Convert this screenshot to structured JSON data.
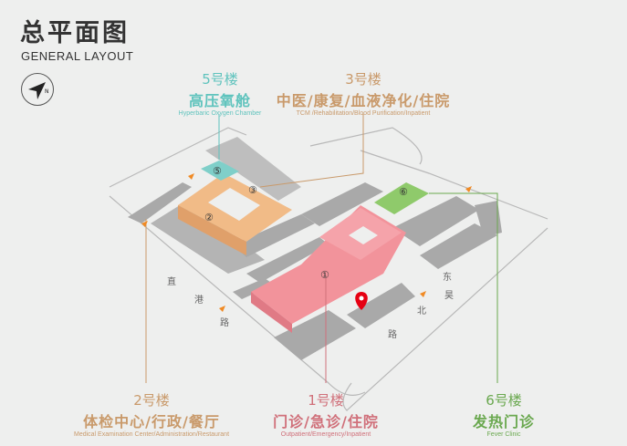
{
  "header": {
    "title_cn": "总平面图",
    "title_en": "GENERAL LAYOUT",
    "compass_label": "N"
  },
  "buildings": [
    {
      "id": "5",
      "number": "5号楼",
      "name_cn": "高压氧舱",
      "name_en": "Hyperbaric Oxygen Chamber",
      "marker": "⑤",
      "color": "#5fc3bd"
    },
    {
      "id": "3",
      "number": "3号楼",
      "name_cn": "中医/康复/血液净化/住院",
      "name_en": "TCM /Rehabilitation/Blood Purification/Inpatient",
      "marker": "③",
      "color": "#c99a6b"
    },
    {
      "id": "2",
      "number": "2号楼",
      "name_cn": "体检中心/行政/餐厅",
      "name_en": "Medical Examination Center/Administration/Restaurant",
      "marker": "②",
      "color": "#c99a6b"
    },
    {
      "id": "1",
      "number": "1号楼",
      "name_cn": "门诊/急诊/住院",
      "name_en": "Outpatient/Emergency/Inpatient",
      "marker": "①",
      "color": "#d0707a"
    },
    {
      "id": "6",
      "number": "6号楼",
      "name_cn": "发热门诊",
      "name_en": "Fever Clinic",
      "marker": "⑥",
      "color": "#6aa84f"
    }
  ],
  "streets": {
    "west": [
      "直",
      "港",
      "路"
    ],
    "east": [
      "东",
      "昊",
      "北",
      "路"
    ]
  },
  "colors": {
    "building1": "#f2939b",
    "building2": "#f1bb87",
    "building5": "#7fcfc9",
    "building6": "#8fca6b",
    "road": "#a9a9a9",
    "pin": "#e60012",
    "entrance": "#f08a24"
  }
}
